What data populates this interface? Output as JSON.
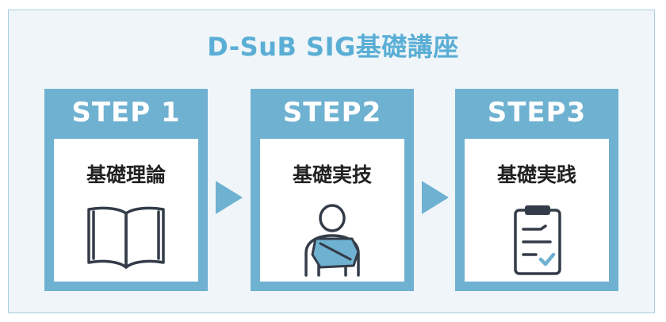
{
  "title": "D-SuB SIG基礎講座",
  "steps": [
    {
      "label": "STEP 1",
      "title": "基礎理論",
      "icon": "open-book-icon"
    },
    {
      "label": "STEP2",
      "title": "基礎実技",
      "icon": "person-sling-icon"
    },
    {
      "label": "STEP3",
      "title": "基礎実践",
      "icon": "clipboard-check-icon"
    }
  ],
  "colors": {
    "accent": "#6fb1d1",
    "title": "#5aaed5",
    "background": "#eff5f8",
    "icon_stroke": "#333c48"
  }
}
